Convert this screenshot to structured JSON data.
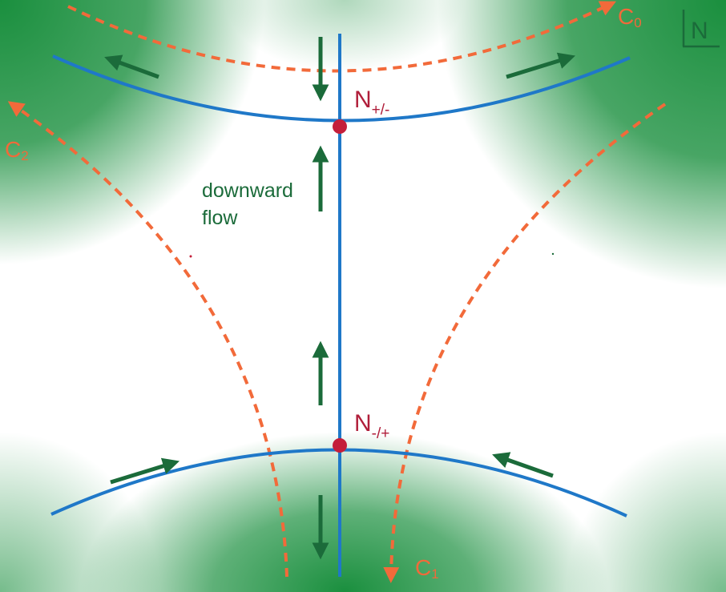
{
  "nodes": {
    "upper": {
      "base": "N",
      "sub": "+/-"
    },
    "lower": {
      "base": "N",
      "sub": "-/+"
    }
  },
  "curves": {
    "c0": {
      "base": "C",
      "sub": "0"
    },
    "c1": {
      "base": "C",
      "sub": "1"
    },
    "c2": {
      "base": "C",
      "sub": "2"
    }
  },
  "flow_label": {
    "line1": "downward",
    "line2": "flow"
  },
  "compass": {
    "label": "N"
  },
  "colors": {
    "field_green": "#1a8f3e",
    "separatrix_blue": "#1f78c8",
    "dashed_orange": "#f26a3a",
    "arrow_green": "#1b6b3a",
    "node_red": "#c41e3a"
  }
}
